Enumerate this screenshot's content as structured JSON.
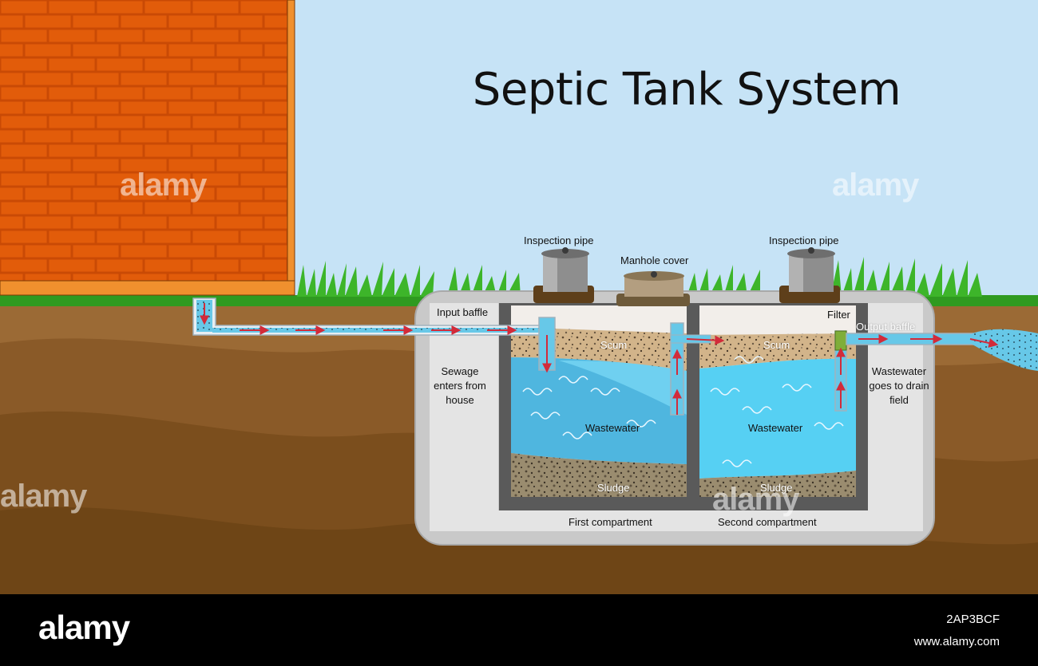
{
  "title": "Septic Tank System",
  "labels": {
    "inspection_pipe_left": "Inspection pipe",
    "inspection_pipe_right": "Inspection pipe",
    "manhole_cover": "Manhole cover",
    "input_baffle": "Input baffle",
    "filter": "Filter",
    "output_baffle": "Output baffle",
    "scum_first": "Scum",
    "scum_second": "Scum",
    "sewage_enters": "Sewage enters from house",
    "wastewater_drain": "Wastewater goes to drain field",
    "wastewater_first": "Wastewater",
    "wastewater_second": "Wastewater",
    "sludge_first": "Sludge",
    "sludge_second": "Sludge",
    "first_compartment": "First compartment",
    "second_compartment": "Second compartment"
  },
  "watermark": {
    "brand": "alamy",
    "image_id": "2AP3BCF",
    "url": "www.alamy.com"
  },
  "colors": {
    "sky": "#c6e3f6",
    "brick": "#e25c0a",
    "mortar": "#c94a05",
    "grass": "#2f9a20",
    "soil_light": "#9b6a35",
    "soil_dark": "#6e4516",
    "tank_concrete": "#c9c9c9",
    "water_first": "#4fb6df",
    "water_second": "#56d0f3",
    "pipe_water": "#67c8e8",
    "flow_arrow": "#d22b3a"
  }
}
